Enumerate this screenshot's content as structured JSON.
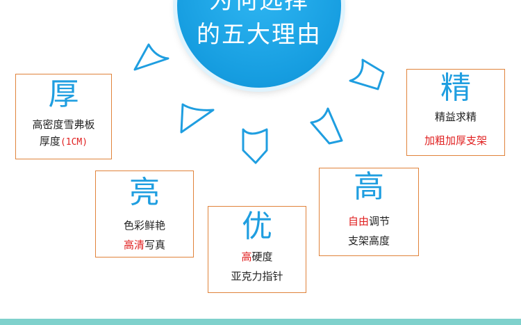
{
  "hub": {
    "top_text": "为何选择",
    "title": "的五大理由"
  },
  "cards": {
    "hou": {
      "char": "厚",
      "line1": "高密度雪弗板",
      "line2_main": "厚度",
      "line2_red": "(1CM)"
    },
    "liang": {
      "char": "亮",
      "line1": "色彩鲜艳",
      "line2_red": "高清",
      "line2_main": "写真"
    },
    "you": {
      "char": "优",
      "line1_red": "高",
      "line1_main": "硬度",
      "line2": "亚克力指针"
    },
    "gao": {
      "char": "高",
      "line1_red": "自由",
      "line1_main": "调节",
      "line2": "支架高度"
    },
    "jing": {
      "char": "精",
      "line1": "精益求精",
      "line2_red": "加粗加厚支架"
    }
  },
  "colors": {
    "hub_blue": "#169de0",
    "char_blue": "#1f9ee0",
    "card_border": "#e0823a",
    "highlight_red": "#e02020",
    "bottom_bar": "#7fd1cc"
  }
}
